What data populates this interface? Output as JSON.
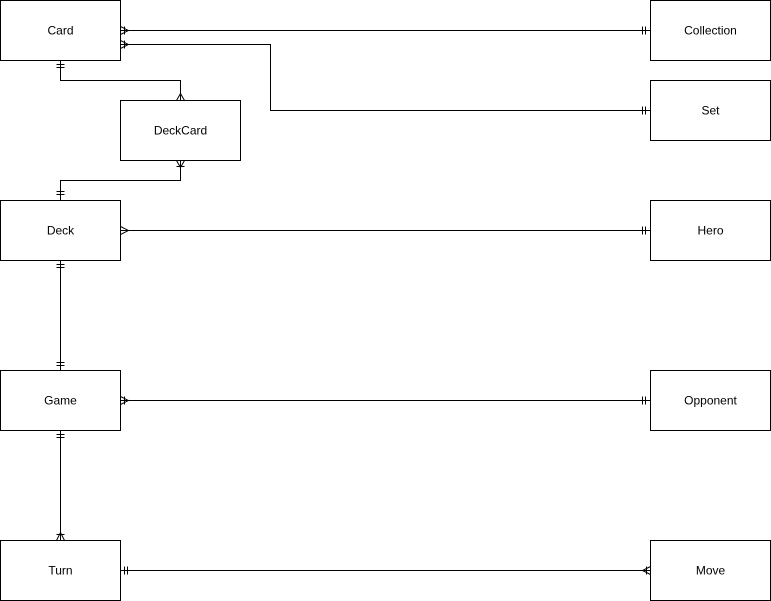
{
  "diagram": {
    "entities": {
      "card": "Card",
      "collection": "Collection",
      "set": "Set",
      "deckcard": "DeckCard",
      "deck": "Deck",
      "hero": "Hero",
      "game": "Game",
      "opponent": "Opponent",
      "turn": "Turn",
      "move": "Move"
    },
    "relationships": [
      {
        "from": "Card",
        "to": "Collection",
        "from_cardinality": "one-or-many",
        "to_cardinality": "exactly-one"
      },
      {
        "from": "Card",
        "to": "Set",
        "from_cardinality": "one-or-many",
        "to_cardinality": "exactly-one"
      },
      {
        "from": "Card",
        "to": "DeckCard",
        "from_cardinality": "exactly-one",
        "to_cardinality": "many"
      },
      {
        "from": "Deck",
        "to": "DeckCard",
        "from_cardinality": "exactly-one",
        "to_cardinality": "one-or-many"
      },
      {
        "from": "Deck",
        "to": "Hero",
        "from_cardinality": "many",
        "to_cardinality": "exactly-one"
      },
      {
        "from": "Deck",
        "to": "Game",
        "from_cardinality": "exactly-one",
        "to_cardinality": "exactly-one"
      },
      {
        "from": "Game",
        "to": "Opponent",
        "from_cardinality": "one-or-many",
        "to_cardinality": "exactly-one"
      },
      {
        "from": "Game",
        "to": "Turn",
        "from_cardinality": "exactly-one",
        "to_cardinality": "one-or-many"
      },
      {
        "from": "Turn",
        "to": "Move",
        "from_cardinality": "exactly-one",
        "to_cardinality": "one-or-many"
      }
    ]
  }
}
